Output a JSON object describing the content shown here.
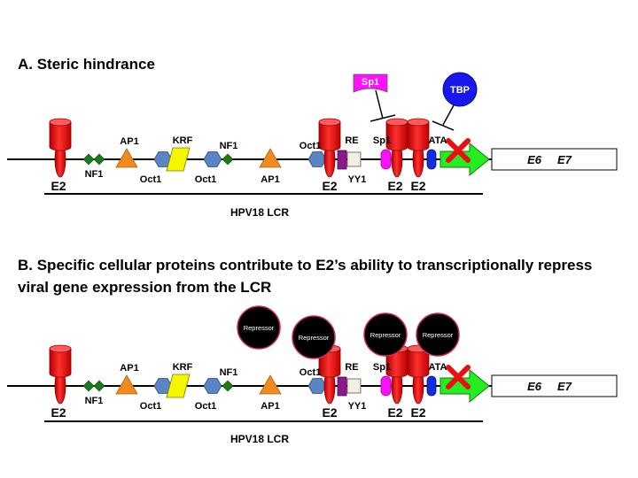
{
  "panel_a": {
    "heading": "A.  Steric hindrance",
    "sp1_flag": "Sp1",
    "tbp": "TBP"
  },
  "panel_b": {
    "heading_line1": "B.  Specific cellular proteins contribute to E2’s ability to transcriptionally repress",
    "heading_line2": "viral gene expression from the LCR",
    "repressor": "Repressor"
  },
  "track": {
    "e2": "E2",
    "nf1": "NF1",
    "ap1": "AP1",
    "krf": "KRF",
    "oct1": "Oct1",
    "gre": "RE",
    "yy1": "YY1",
    "sp1": "Sp1",
    "tata": "ATA",
    "genes": "E6     E7",
    "lcr_label": "HPV18 LCR"
  },
  "colors": {
    "e2": "#e81010",
    "nf1": "#1a7a1a",
    "ap1": "#f08c1e",
    "oct1": "#5b84c4",
    "krf": "#f5f500",
    "gre": "#8a1a8a",
    "sp1_site": "#ff10ff",
    "tata": "#1030e0",
    "arrow": "#22ee22",
    "tbp": "#1818ee",
    "repressor": "#000000"
  }
}
